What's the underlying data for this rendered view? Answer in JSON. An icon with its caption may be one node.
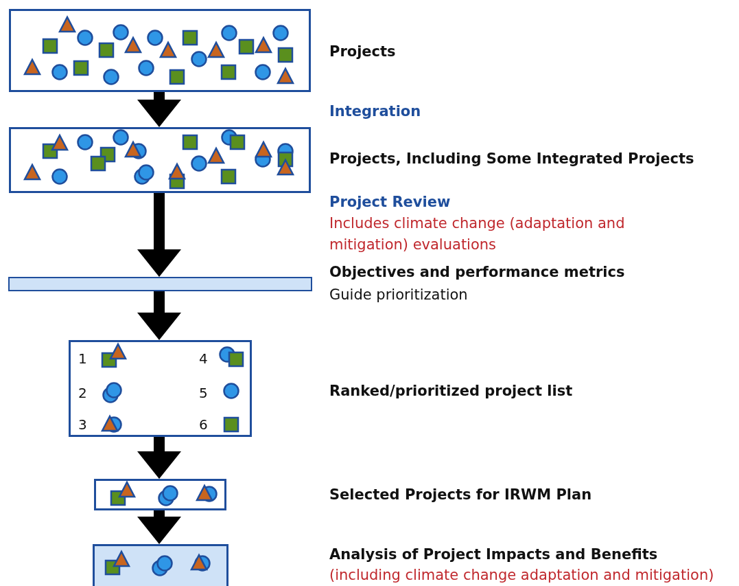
{
  "diagram": {
    "nodes": [
      {
        "text": [],
        "shape": "box"
      },
      {
        "text": [],
        "shape": "box"
      },
      {
        "text": [],
        "shape": "bar"
      },
      {
        "text": [
          "1",
          "2",
          "3",
          "4",
          "5",
          "6"
        ]
      },
      {
        "text": [],
        "shape": "box"
      },
      {
        "text": [],
        "shape": "box"
      }
    ],
    "edges": [
      {
        "from": 0,
        "to": 1,
        "arrow": "to"
      },
      {
        "from": 1,
        "to": 2,
        "arrow": "to"
      },
      {
        "from": 2,
        "to": 3,
        "arrow": "to"
      },
      {
        "from": 3,
        "to": 4,
        "arrow": "to"
      },
      {
        "from": 4,
        "to": 5,
        "arrow": "to"
      }
    ],
    "labels": [
      "Projects",
      "Integration",
      "Projects, Including Some Integrated Projects",
      "Project Review",
      "Includes climate change (adaptation and mitigation) evaluations",
      "Objectives and performance metrics",
      "Guide prioritization",
      "Ranked/prioritized project list",
      "Selected Projects for IRWM Plan",
      "Analysis of Project Impacts and Benefits",
      "(including climate change adaptation and mitigation)"
    ]
  }
}
